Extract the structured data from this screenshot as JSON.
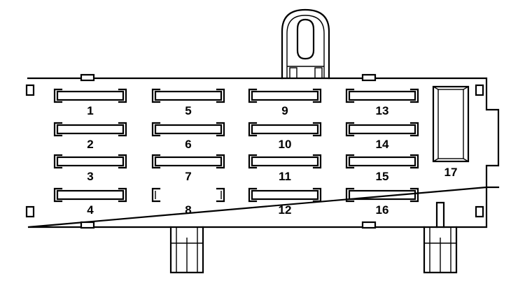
{
  "fuse_block": {
    "fuses": [
      {
        "label": "1",
        "empty": false
      },
      {
        "label": "2",
        "empty": false
      },
      {
        "label": "3",
        "empty": false
      },
      {
        "label": "4",
        "empty": false
      },
      {
        "label": "5",
        "empty": false
      },
      {
        "label": "6",
        "empty": false
      },
      {
        "label": "7",
        "empty": false
      },
      {
        "label": "8",
        "empty": true
      },
      {
        "label": "9",
        "empty": false
      },
      {
        "label": "10",
        "empty": false
      },
      {
        "label": "11",
        "empty": false
      },
      {
        "label": "12",
        "empty": false
      },
      {
        "label": "13",
        "empty": false
      },
      {
        "label": "14",
        "empty": false
      },
      {
        "label": "15",
        "empty": false
      },
      {
        "label": "16",
        "empty": false
      }
    ],
    "relay": {
      "label": "17"
    }
  }
}
